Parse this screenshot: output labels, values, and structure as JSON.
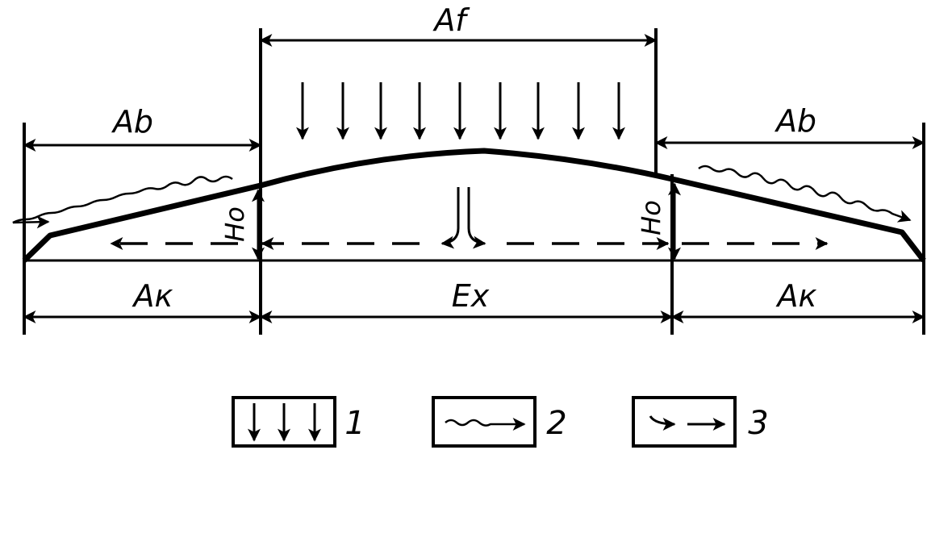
{
  "labels": {
    "af": "Af",
    "ab_left": "Ab",
    "ab_right": "Ab",
    "ak_left": "Aк",
    "ex": "Ex",
    "ak_right": "Aк",
    "ho_left": "Ho",
    "ho_right": "Ho"
  },
  "legend": [
    {
      "number": "1",
      "icon": "vertical-downward-arrows-icon"
    },
    {
      "number": "2",
      "icon": "wavy-arrow-icon"
    },
    {
      "number": "3",
      "icon": "dashed-arrow-icon"
    }
  ]
}
